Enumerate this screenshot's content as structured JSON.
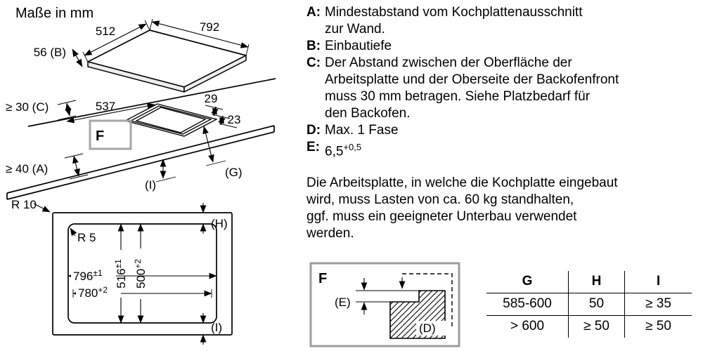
{
  "title": "Maße in mm",
  "top_drawing": {
    "dim_792": "792",
    "dim_512": "512",
    "dim_56": "56 (B)",
    "dim_c": "≥ 30 (C)",
    "dim_537": "537",
    "dim_29": "29",
    "dim_23": "23",
    "label_f": "F",
    "dim_a": "≥ 40 (A)",
    "label_g": "(G)",
    "label_i": "(I)",
    "label_r10": "R 10"
  },
  "cutout_drawing": {
    "label_r5": "R 5",
    "w1_base": "796",
    "w1_sup": "±1",
    "w2_base": "780",
    "w2_sup": "+2",
    "d1_base": "516",
    "d1_sup": "±1",
    "d2_base": "500",
    "d2_sup": "+2",
    "label_h": "(H)",
    "label_i": "(I)"
  },
  "legend": [
    {
      "key": "A:",
      "text": "Mindestabstand vom Kochplattenausschnitt\nzur Wand."
    },
    {
      "key": "B:",
      "text": "Einbautiefe"
    },
    {
      "key": "C:",
      "text": "Der Abstand zwischen der Oberfläche der\nArbeitsplatte und der Oberseite der Backofenfront\nmuss 30 mm betragen. Siehe Platzbedarf für\nden Backofen."
    },
    {
      "key": "D:",
      "text": "Max. 1 Fase"
    },
    {
      "key": "E:",
      "text": "6,5",
      "sup": "+0,5"
    }
  ],
  "note": "Die Arbeitsplatte, in welche die Kochplatte eingebaut\nwird, muss Lasten von ca. 60 kg standhalten,\nggf. muss ein geeigneter Unterbau verwendet\nwerden.",
  "detail": {
    "label_f": "F",
    "label_e": "(E)",
    "label_d": "(D)"
  },
  "table": {
    "headers": [
      "G",
      "H",
      "I"
    ],
    "rows": [
      [
        "585-600",
        "50",
        "≥ 35"
      ],
      [
        "> 600",
        "≥ 50",
        "≥ 50"
      ]
    ]
  }
}
